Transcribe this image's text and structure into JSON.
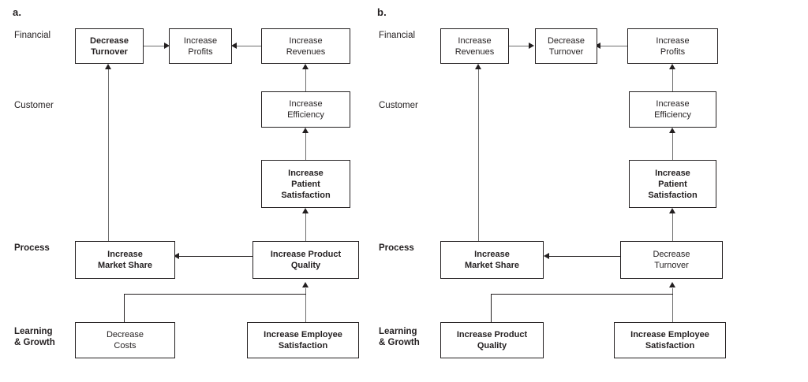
{
  "figure": {
    "background": "#ffffff",
    "box_border_color": "#231f20",
    "connector_color": "#6e6e6e",
    "arrow_color": "#231f20"
  },
  "panels": [
    {
      "id": "a",
      "letter": "a.",
      "perspectives": [
        {
          "key": "financial",
          "label": "Financial",
          "bold": false
        },
        {
          "key": "customer",
          "label": "Customer",
          "bold": false
        },
        {
          "key": "process",
          "label": "Process",
          "bold": true
        },
        {
          "key": "learning",
          "label": "Learning\n& Growth",
          "bold": true,
          "line1": "Learning",
          "line2": "& Growth"
        }
      ],
      "nodes": [
        {
          "key": "a-decrease-turnover",
          "label": "Decrease\nTurnover",
          "line1": "Decrease",
          "line2": "Turnover",
          "line3": "",
          "bold": true,
          "perspective": "Financial"
        },
        {
          "key": "a-increase-profits",
          "label": "Increase\nProfits",
          "line1": "Increase",
          "line2": "Profits",
          "line3": "",
          "bold": false,
          "perspective": "Financial"
        },
        {
          "key": "a-increase-revenues",
          "label": "Increase\nRevenues",
          "line1": "Increase",
          "line2": "Revenues",
          "line3": "",
          "bold": false,
          "perspective": "Financial"
        },
        {
          "key": "a-increase-efficiency",
          "label": "Increase\nEfficiency",
          "line1": "Increase",
          "line2": "Efficiency",
          "line3": "",
          "bold": false,
          "perspective": "Customer"
        },
        {
          "key": "a-patient-satisfaction",
          "label": "Increase\nPatient\nSatisfaction",
          "line1": "Increase",
          "line2": "Patient",
          "line3": "Satisfaction",
          "bold": true,
          "perspective": "Customer"
        },
        {
          "key": "a-market-share",
          "label": "Increase\nMarket Share",
          "line1": "Increase",
          "line2": "Market Share",
          "line3": "",
          "bold": true,
          "perspective": "Process"
        },
        {
          "key": "a-product-quality",
          "label": "Increase Product\nQuality",
          "line1": "Increase Product",
          "line2": "Quality",
          "line3": "",
          "bold": true,
          "perspective": "Process"
        },
        {
          "key": "a-decrease-costs",
          "label": "Decrease\nCosts",
          "line1": "Decrease",
          "line2": "Costs",
          "line3": "",
          "bold": false,
          "perspective": "Learning & Growth"
        },
        {
          "key": "a-employee-satisfaction",
          "label": "Increase Employee\nSatisfaction",
          "line1": "Increase Employee",
          "line2": "Satisfaction",
          "line3": "",
          "bold": true,
          "perspective": "Learning & Growth"
        }
      ],
      "edges": [
        {
          "from": "a-decrease-turnover",
          "to": "a-increase-profits",
          "direction": "right"
        },
        {
          "from": "a-increase-revenues",
          "to": "a-increase-profits",
          "direction": "left"
        },
        {
          "from": "a-increase-efficiency",
          "to": "a-increase-revenues",
          "direction": "up"
        },
        {
          "from": "a-patient-satisfaction",
          "to": "a-increase-efficiency",
          "direction": "up"
        },
        {
          "from": "a-product-quality",
          "to": "a-patient-satisfaction",
          "direction": "up"
        },
        {
          "from": "a-product-quality",
          "to": "a-market-share",
          "direction": "left"
        },
        {
          "from": "a-market-share",
          "to": "a-decrease-turnover",
          "direction": "up"
        },
        {
          "from": "a-decrease-costs",
          "to": "a-product-quality",
          "direction": "up-elbow"
        },
        {
          "from": "a-employee-satisfaction",
          "to": "a-product-quality",
          "direction": "up"
        }
      ]
    },
    {
      "id": "b",
      "letter": "b.",
      "perspectives": [
        {
          "key": "financial",
          "label": "Financial",
          "bold": false
        },
        {
          "key": "customer",
          "label": "Customer",
          "bold": false
        },
        {
          "key": "process",
          "label": "Process",
          "bold": true
        },
        {
          "key": "learning",
          "label": "Learning\n& Growth",
          "bold": true,
          "line1": "Learning",
          "line2": "& Growth"
        }
      ],
      "nodes": [
        {
          "key": "b-increase-revenues",
          "label": "Increase\nRevenues",
          "line1": "Increase",
          "line2": "Revenues",
          "line3": "",
          "bold": false,
          "perspective": "Financial"
        },
        {
          "key": "b-decrease-turnover",
          "label": "Decrease\nTurnover",
          "line1": "Decrease",
          "line2": "Turnover",
          "line3": "",
          "bold": false,
          "perspective": "Financial"
        },
        {
          "key": "b-increase-profits",
          "label": "Increase\nProfits",
          "line1": "Increase",
          "line2": "Profits",
          "line3": "",
          "bold": false,
          "perspective": "Financial"
        },
        {
          "key": "b-increase-efficiency",
          "label": "Increase\nEfficiency",
          "line1": "Increase",
          "line2": "Efficiency",
          "line3": "",
          "bold": false,
          "perspective": "Customer"
        },
        {
          "key": "b-patient-satisfaction",
          "label": "Increase\nPatient\nSatisfaction",
          "line1": "Increase",
          "line2": "Patient",
          "line3": "Satisfaction",
          "bold": true,
          "perspective": "Customer"
        },
        {
          "key": "b-market-share",
          "label": "Increase\nMarket Share",
          "line1": "Increase",
          "line2": "Market Share",
          "line3": "",
          "bold": true,
          "perspective": "Process"
        },
        {
          "key": "b-decrease-turnover-2",
          "label": "Decrease\nTurnover",
          "line1": "Decrease",
          "line2": "Turnover",
          "line3": "",
          "bold": false,
          "perspective": "Process"
        },
        {
          "key": "b-product-quality",
          "label": "Increase Product\nQuality",
          "line1": "Increase Product",
          "line2": "Quality",
          "line3": "",
          "bold": true,
          "perspective": "Learning & Growth"
        },
        {
          "key": "b-employee-satisfaction",
          "label": "Increase Employee\nSatisfaction",
          "line1": "Increase Employee",
          "line2": "Satisfaction",
          "line3": "",
          "bold": true,
          "perspective": "Learning & Growth"
        }
      ],
      "edges": [
        {
          "from": "b-increase-revenues",
          "to": "b-decrease-turnover",
          "direction": "right"
        },
        {
          "from": "b-increase-profits",
          "to": "b-decrease-turnover",
          "direction": "left"
        },
        {
          "from": "b-increase-efficiency",
          "to": "b-increase-profits",
          "direction": "up"
        },
        {
          "from": "b-patient-satisfaction",
          "to": "b-increase-efficiency",
          "direction": "up"
        },
        {
          "from": "b-decrease-turnover-2",
          "to": "b-patient-satisfaction",
          "direction": "up"
        },
        {
          "from": "b-decrease-turnover-2",
          "to": "b-market-share",
          "direction": "left"
        },
        {
          "from": "b-market-share",
          "to": "b-increase-revenues",
          "direction": "up"
        },
        {
          "from": "b-product-quality",
          "to": "b-decrease-turnover-2",
          "direction": "up-elbow"
        },
        {
          "from": "b-employee-satisfaction",
          "to": "b-decrease-turnover-2",
          "direction": "up"
        }
      ]
    }
  ]
}
